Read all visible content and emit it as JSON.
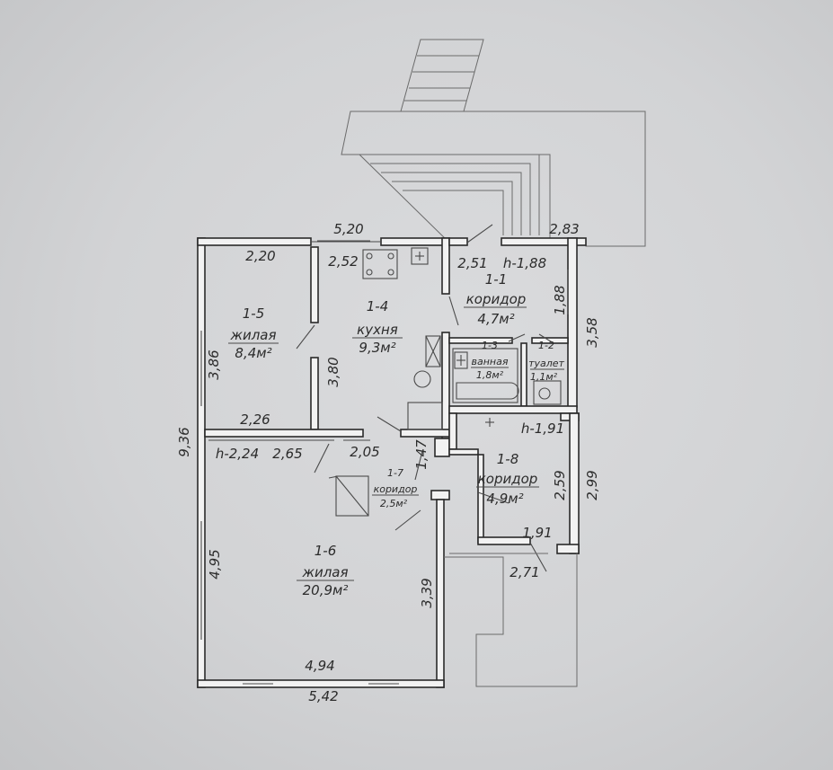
{
  "plan": {
    "rooms": [
      {
        "id": "r15",
        "code": "1-5",
        "name": "жилая",
        "area": "8,4м²"
      },
      {
        "id": "r14",
        "code": "1-4",
        "name": "кухня",
        "area": "9,3м²"
      },
      {
        "id": "r11",
        "code": "1-1",
        "name": "коридор",
        "area": "4,7м²"
      },
      {
        "id": "r13",
        "code": "1-3",
        "name": "ванная",
        "area": "1,8м²"
      },
      {
        "id": "r12",
        "code": "1-2",
        "name": "туалет",
        "area": "1,1м²"
      },
      {
        "id": "r17",
        "code": "1-7",
        "name": "коридор",
        "area": "2,5м²"
      },
      {
        "id": "r18",
        "code": "1-8",
        "name": "коридор",
        "area": "4,9м²"
      },
      {
        "id": "r16",
        "code": "1-6",
        "name": "жилая",
        "area": "20,9м²"
      }
    ],
    "dimensions": {
      "top_520": "5,20",
      "top_220": "2,20",
      "top_252": "2,52",
      "top_251": "2,51",
      "h_188": "h-1,88",
      "top_283": "2,83",
      "v_188": "1,88",
      "v_358": "3,58",
      "v_386": "3,86",
      "v_380": "3,80",
      "v_936": "9,36",
      "mid_226": "2,26",
      "h_224": "h-2,24",
      "mid_265": "2,65",
      "mid_205": "2,05",
      "v_147": "1,47",
      "h_191": "h-1,91",
      "v_259": "2,59",
      "v_299": "2,99",
      "mid_191": "1,91",
      "mid_271": "2,71",
      "v_495": "4,95",
      "v_339": "3,39",
      "bot_494": "4,94",
      "bot_542": "5,42"
    }
  }
}
